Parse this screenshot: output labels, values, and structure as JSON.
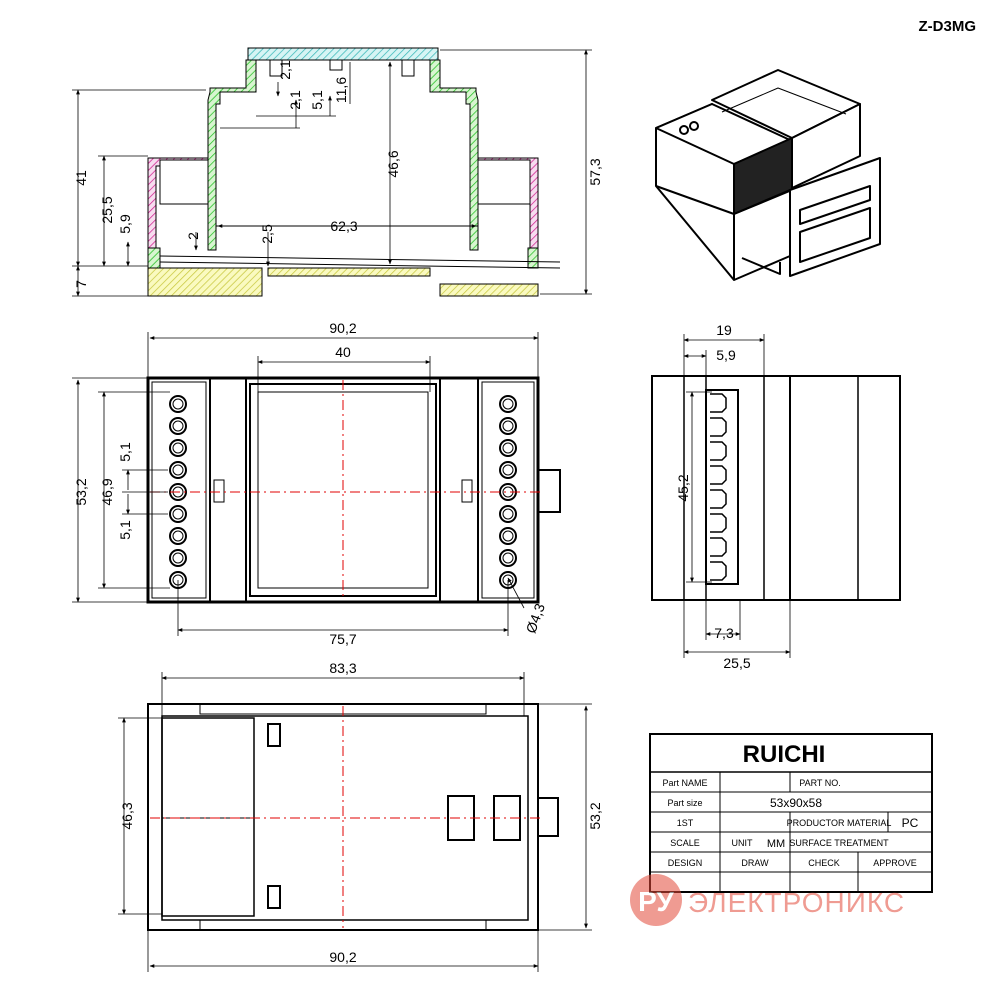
{
  "model_code": "Z-D3MG",
  "front_view": {
    "dims": [
      "57,3",
      "41",
      "25,5",
      "5,9",
      "7",
      "46,6",
      "2,1",
      "2,1",
      "5,1",
      "11,6",
      "62,3",
      "2",
      "2,5"
    ]
  },
  "top_view": {
    "dims": [
      "90,2",
      "40",
      "53,2",
      "46,9",
      "5,1",
      "5,1",
      "75,7",
      "Ø4,3"
    ]
  },
  "side_view": {
    "dims": [
      "19",
      "5,9",
      "45,2",
      "7,3",
      "25,5"
    ]
  },
  "bottom_view": {
    "dims": [
      "83,3",
      "46,3",
      "53,2",
      "90,2"
    ]
  },
  "title_block": {
    "brand": "RUICHI",
    "part_name_label": "Part NAME",
    "part_no_label": "PART NO.",
    "part_size_label": "Part size",
    "part_size_value": "53x90x58",
    "first_label": "1ST",
    "material_label": "PRODUCTOR MATERIAL",
    "material_value": "PC",
    "scale_label": "SCALE",
    "unit_label": "UNIT",
    "unit_value": "MM",
    "surface_label": "SURFACE TREATMENT",
    "design_label": "DESIGN",
    "draw_label": "DRAW",
    "check_label": "CHECK",
    "approve_label": "APPROVE"
  },
  "watermark": {
    "logo_text": "РУ",
    "text": "ЭЛЕКТРОНИКС"
  },
  "colors": {
    "red_center": "#e00000",
    "green": "#22c022",
    "magenta": "#d02090",
    "cyan": "#4ad0d0",
    "yellow": "#f0f070"
  }
}
